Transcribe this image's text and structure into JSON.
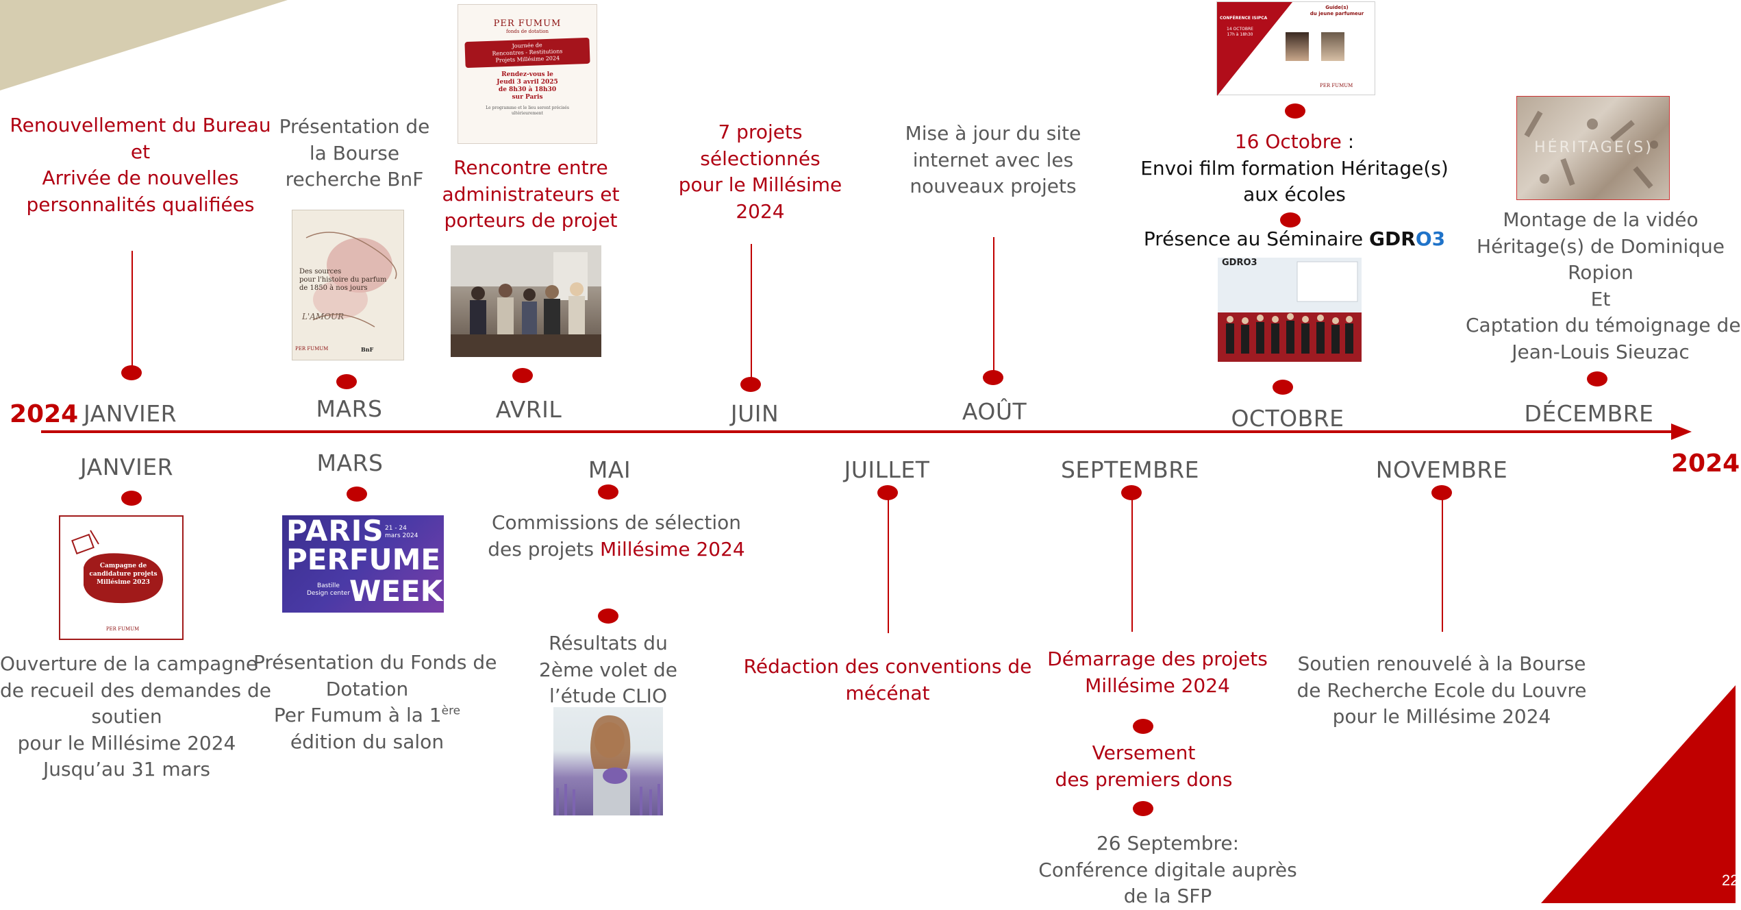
{
  "slide": {
    "page_number": "22"
  },
  "colors": {
    "accent": "#c00000",
    "tan": "#d6cdb0",
    "text": "#595959"
  },
  "timeline": {
    "start_year": "2024",
    "end_year": "2024",
    "months_top": [
      "JANVIER",
      "MARS",
      "AVRIL",
      "JUIN",
      "AOÛT",
      "OCTOBRE",
      "DÉCEMBRE"
    ],
    "months_bottom": [
      "JANVIER",
      "MARS",
      "MAI",
      "JUILLET",
      "SEPTEMBRE",
      "NOVEMBRE"
    ]
  },
  "events_top": {
    "janvier": [
      "Renouvellement du Bureau",
      "et",
      "Arrivée de nouvelles",
      "personnalités qualifiées"
    ],
    "mars": [
      "Présentation de",
      "la Bourse",
      "recherche BnF"
    ],
    "avril": [
      "Rencontre entre",
      "administrateurs et",
      "porteurs de projet"
    ],
    "juin": [
      "7 projets",
      "sélectionnés",
      "pour le Millésime",
      "2024"
    ],
    "aout": [
      "Mise à jour du site",
      "internet avec les",
      "nouveaux projets"
    ],
    "octobre": {
      "date": "16 Octobre",
      "date_suffix": " :",
      "line1": "Envoi film formation Héritage(s)",
      "line2": "aux écoles",
      "seminar_prefix": "Présence au Séminaire ",
      "seminar_brand_a": "GDR",
      "seminar_brand_b": "O3"
    },
    "decembre": [
      "Montage de la vidéo",
      "Héritage(s) de Dominique",
      "Ropion",
      "Et",
      "Captation du témoignage de",
      "Jean-Louis Sieuzac"
    ]
  },
  "events_bottom": {
    "janvier": [
      "Ouverture de la campagne",
      "de recueil des demandes de",
      "soutien",
      "pour le Millésime 2024",
      "Jusqu’au 31 mars"
    ],
    "mars": {
      "line1": "Présentation du Fonds de",
      "line2": "Dotation",
      "line3": "Per Fumum à la 1",
      "line3_sup": "ère",
      "line4": "édition du salon"
    },
    "mai": {
      "line1": "Commissions de sélection",
      "line2_prefix": "des projets ",
      "line2_red": "Millésime 2024",
      "results": [
        "Résultats du",
        "2ème volet de",
        "l’étude CLIO"
      ]
    },
    "juillet": [
      "Rédaction des conventions de",
      "mécénat"
    ],
    "septembre": {
      "start": [
        "Démarrage des projets",
        "Millésime 2024"
      ],
      "donations": [
        "Versement",
        "des premiers dons"
      ],
      "conference": [
        "26 Septembre:",
        "Conférence digitale auprès",
        "de la SFP"
      ]
    },
    "novembre": [
      "Soutien renouvelé à la Bourse",
      "de Recherche Ecole du Louvre",
      "pour le Millésime 2024"
    ]
  },
  "images": {
    "poster_per_fumum": {
      "brand": "PER FUMUM",
      "brand_sub": "fonds de dotation",
      "banner": [
        "Journée de",
        "Rencontres - Restitutions",
        "Projets Millésime 2024"
      ],
      "body": [
        "Rendez-vous le",
        "Jeudi 3 avril 2025",
        "de 8h30 à 18h30",
        "sur Paris"
      ],
      "footnote": [
        "Le programme et le lieu seront précisés",
        "ultérieurement"
      ]
    },
    "bnf_book": {
      "title": [
        "Des sources",
        "pour l'histoire du parfum",
        "de 1850 à nos jours"
      ],
      "cover_script": "L'AMOUR",
      "brand": "PER FUMUM",
      "partner": "BnF"
    },
    "campaign": {
      "text": [
        "Campagne de",
        "candidature projets",
        "Millésime 2023"
      ],
      "brand": "PER FUMUM"
    },
    "paris_perfume_week": {
      "word1": "PARIS",
      "word2": "PERFUME",
      "word3": "WEEK",
      "dates": [
        "21 - 24",
        "mars 2024"
      ],
      "venue": [
        "Bastille",
        "Design center"
      ]
    },
    "conference_ispca": {
      "header": "CONFÉRENCE ISIPCA",
      "date": [
        "14 OCTOBRE",
        "17h à 18h30"
      ],
      "title": [
        "Guide(s)",
        "du jeune parfumeur"
      ],
      "brand": "PER FUMUM"
    },
    "gdro3_photo": {
      "logo": "GDRO3"
    },
    "heritage_video": {
      "caption": "HÉRITAGE(S)"
    }
  }
}
